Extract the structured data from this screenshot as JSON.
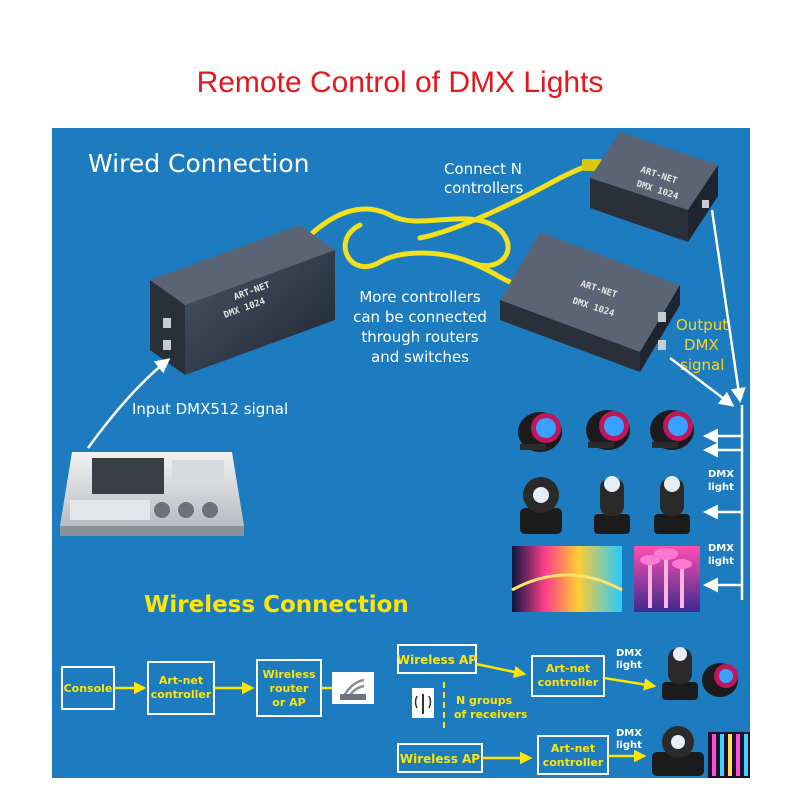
{
  "title": "Remote Control of DMX Lights",
  "wired": {
    "heading": "Wired Connection",
    "connect_n_line1": "Connect N",
    "connect_n_line2": "controllers",
    "more_line1": "More controllers",
    "more_line2": "can be connected",
    "more_line3": "through routers",
    "more_line4": "and switches",
    "input_signal": "Input DMX512 signal",
    "output_line1": "Output",
    "output_line2": "DMX",
    "output_line3": "signal",
    "dmx_light_1a": "DMX",
    "dmx_light_1b": "light",
    "dmx_light_2a": "DMX",
    "dmx_light_2b": "light",
    "device_model_a": "ART-NET",
    "device_model_b": "DMX 1024"
  },
  "wireless": {
    "heading": "Wireless Connection",
    "console": "Console",
    "artnet_a1": "Art-net",
    "artnet_a2": "controller",
    "router_1": "Wireless",
    "router_2": "router",
    "router_3": "or AP",
    "ap_top": "Wireless AP",
    "ap_bottom": "Wireless AP",
    "artnet_b1": "Art-net",
    "artnet_b2": "controller",
    "artnet_c1": "Art-net",
    "artnet_c2": "controller",
    "groups_1": "N groups",
    "groups_2": "of receivers",
    "dmx_top_1": "DMX",
    "dmx_top_2": "light",
    "dmx_bot_1": "DMX",
    "dmx_bot_2": "light"
  },
  "colors": {
    "panel_blue": "#1d7bc0",
    "title_red": "#e8161b",
    "label_yellow": "#ffe600",
    "cable_yellow": "#f2e01a",
    "arrow_white": "#ffffff"
  }
}
